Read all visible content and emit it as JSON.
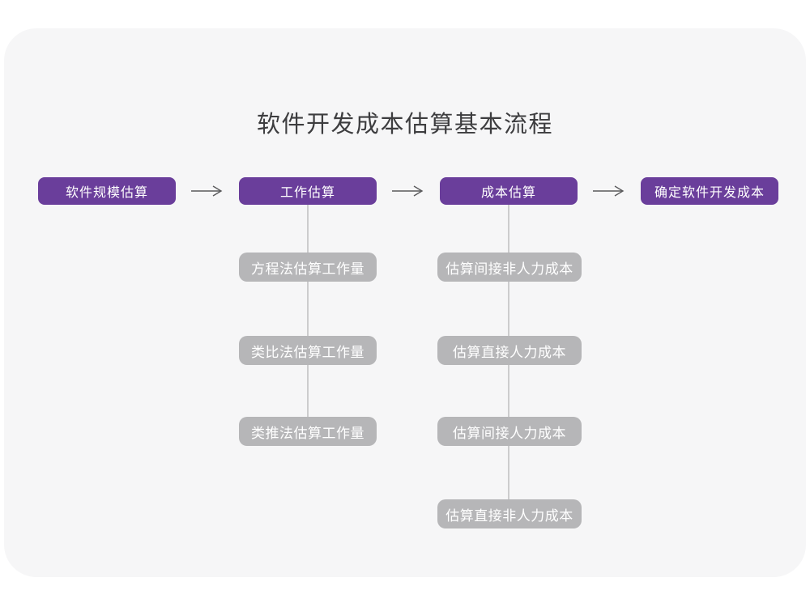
{
  "title": "软件开发成本估算基本流程",
  "flow": {
    "steps": [
      {
        "label": "软件规模估算",
        "children": []
      },
      {
        "label": "工作估算",
        "children": [
          "方程法估算工作量",
          "类比法估算工作量",
          "类推法估算工作量"
        ]
      },
      {
        "label": "成本估算",
        "children": [
          "估算间接非人力成本",
          "估算直接人力成本",
          "估算间接人力成本",
          "估算直接非人力成本"
        ]
      },
      {
        "label": "确定软件开发成本",
        "children": []
      }
    ]
  },
  "icons": {
    "arrow_right": "arrow-right-icon"
  },
  "colors": {
    "page_background": "#ffffff",
    "card_background": "#f6f6f7",
    "main_step_fill": "#6a3e9b",
    "sub_step_fill": "#b6b6b8",
    "box_text": "#ffffff",
    "title_text": "#3d3d3f",
    "connector_line": "#cccccd",
    "arrow_stroke": "#5a5a5c"
  }
}
